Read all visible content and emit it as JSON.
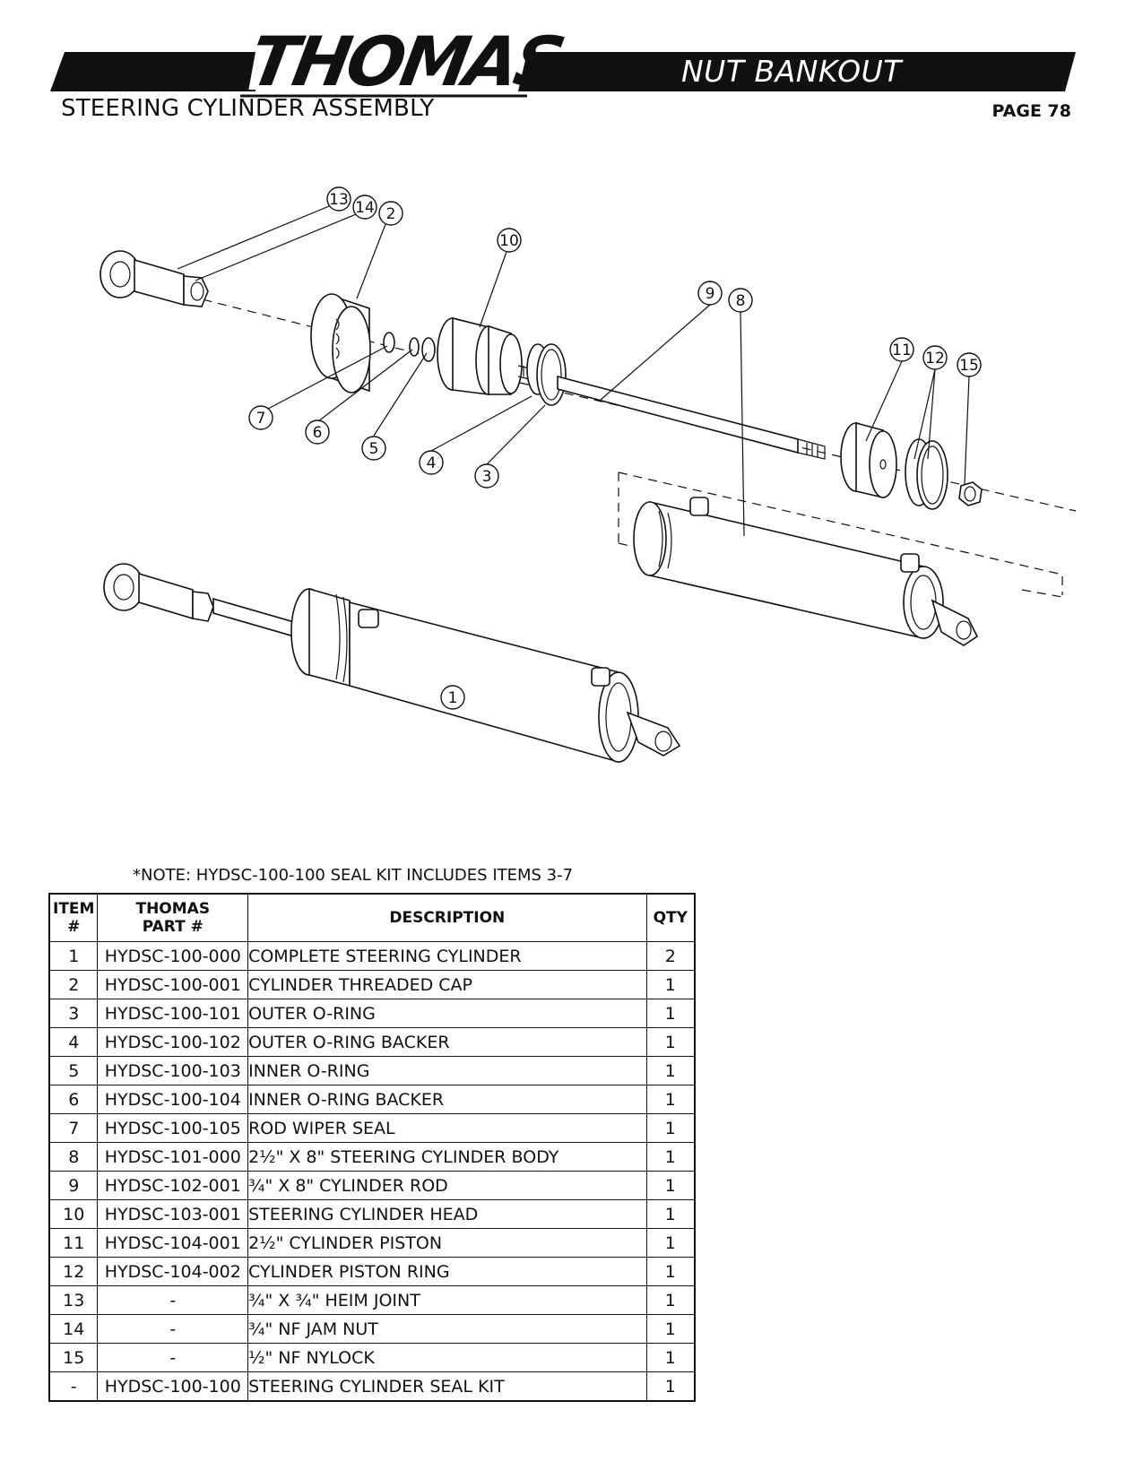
{
  "header": {
    "brand": "THOMAS",
    "title": "NUT BANKOUT",
    "subtitle": "STEERING CYLINDER ASSEMBLY",
    "page": "PAGE 78"
  },
  "diagram": {
    "callouts": [
      "13",
      "14",
      "2",
      "10",
      "9",
      "8",
      "11",
      "12",
      "15",
      "7",
      "6",
      "5",
      "4",
      "3",
      "1"
    ]
  },
  "note": "*NOTE: HYDSC-100-100 SEAL KIT INCLUDES ITEMS 3-7",
  "table": {
    "headers": {
      "item_line1": "ITEM",
      "item_line2": "#",
      "part_line1": "THOMAS",
      "part_line2": "PART #",
      "description": "DESCRIPTION",
      "qty": "QTY"
    },
    "rows": [
      {
        "item": "1",
        "part": "HYDSC-100-000",
        "description": "COMPLETE STEERING CYLINDER",
        "qty": "2"
      },
      {
        "item": "2",
        "part": "HYDSC-100-001",
        "description": "CYLINDER THREADED CAP",
        "qty": "1"
      },
      {
        "item": "3",
        "part": "HYDSC-100-101",
        "description": "OUTER O-RING",
        "qty": "1"
      },
      {
        "item": "4",
        "part": "HYDSC-100-102",
        "description": "OUTER O-RING BACKER",
        "qty": "1"
      },
      {
        "item": "5",
        "part": "HYDSC-100-103",
        "description": "INNER O-RING",
        "qty": "1"
      },
      {
        "item": "6",
        "part": "HYDSC-100-104",
        "description": "INNER O-RING BACKER",
        "qty": "1"
      },
      {
        "item": "7",
        "part": "HYDSC-100-105",
        "description": "ROD WIPER SEAL",
        "qty": "1"
      },
      {
        "item": "8",
        "part": "HYDSC-101-000",
        "description": "2½\" X 8\" STEERING CYLINDER BODY",
        "qty": "1"
      },
      {
        "item": "9",
        "part": "HYDSC-102-001",
        "description": "¾\" X 8\" CYLINDER ROD",
        "qty": "1"
      },
      {
        "item": "10",
        "part": "HYDSC-103-001",
        "description": "STEERING CYLINDER HEAD",
        "qty": "1"
      },
      {
        "item": "11",
        "part": "HYDSC-104-001",
        "description": "2½\" CYLINDER PISTON",
        "qty": "1"
      },
      {
        "item": "12",
        "part": "HYDSC-104-002",
        "description": "CYLINDER PISTON RING",
        "qty": "1"
      },
      {
        "item": "13",
        "part": "-",
        "description": "¾\" X ¾\" HEIM JOINT",
        "qty": "1"
      },
      {
        "item": "14",
        "part": "-",
        "description": "¾\" NF JAM NUT",
        "qty": "1"
      },
      {
        "item": "15",
        "part": "-",
        "description": "½\" NF NYLOCK",
        "qty": "1"
      },
      {
        "item": "-",
        "part": "HYDSC-100-100",
        "description": "STEERING CYLINDER SEAL KIT",
        "qty": "1"
      }
    ]
  }
}
